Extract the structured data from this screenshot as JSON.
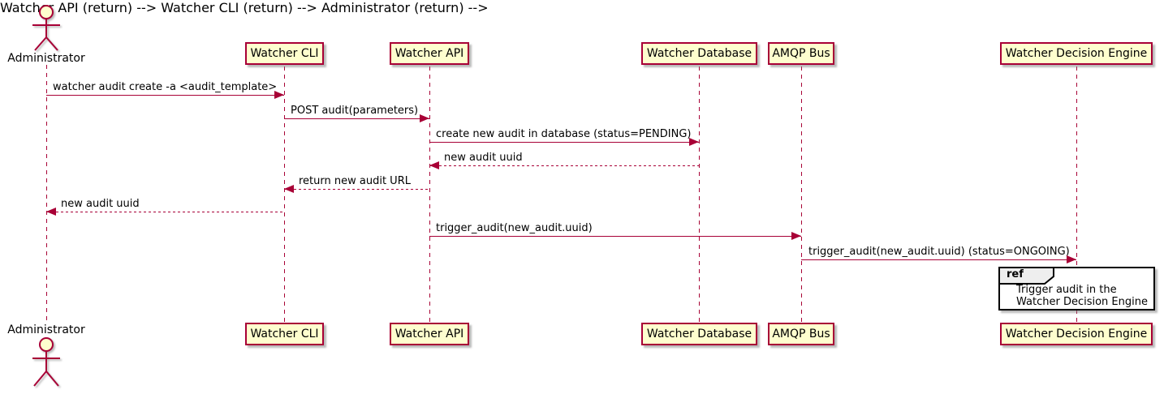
{
  "colors": {
    "stroke": "#A80036",
    "participant_fill": "#FEFECE",
    "ref_header_fill": "#EEEEEE",
    "ref_border": "#000000",
    "text": "#000000"
  },
  "actor": {
    "label": "Administrator"
  },
  "participants": [
    {
      "label": "Watcher CLI"
    },
    {
      "label": "Watcher API"
    },
    {
      "label": "Watcher Database"
    },
    {
      "label": "AMQP Bus"
    },
    {
      "label": "Watcher Decision Engine"
    }
  ],
  "messages": [
    {
      "text": "watcher audit create -a <audit_template>",
      "from": "Administrator",
      "to": "Watcher CLI",
      "line": "solid"
    },
    {
      "text": "POST audit(parameters)",
      "from": "Watcher CLI",
      "to": "Watcher API",
      "line": "solid"
    },
    {
      "text": "create new audit in database (status=PENDING)",
      "from": "Watcher API",
      "to": "Watcher Database",
      "line": "solid"
    },
    {
      "text": "new audit uuid",
      "from": "Watcher Database",
      "to": "Watcher API",
      "line": "dashed"
    },
    {
      "text": "return new audit URL",
      "from": "Watcher API",
      "to": "Watcher CLI",
      "line": "dashed"
    },
    {
      "text": "new audit uuid",
      "from": "Watcher CLI",
      "to": "Administrator",
      "line": "dashed"
    },
    {
      "text": "trigger_audit(new_audit.uuid)",
      "from": "Watcher API",
      "to": "AMQP Bus",
      "line": "solid"
    },
    {
      "text": "trigger_audit(new_audit.uuid) (status=ONGOING)",
      "from": "AMQP Bus",
      "to": "Watcher Decision Engine",
      "line": "solid"
    }
  ],
  "ref": {
    "keyword": "ref",
    "line1": "Trigger audit in the",
    "line2": "Watcher Decision Engine"
  }
}
